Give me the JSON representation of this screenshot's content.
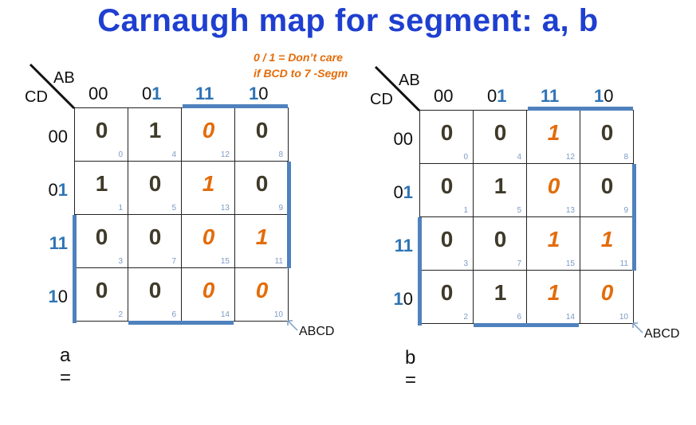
{
  "title": "Carnaugh map for segment:   a, b",
  "note_line1": "0 / 1 = Don’t care",
  "note_line2": "if BCD to 7 -Segm",
  "axis": {
    "ab": "AB",
    "cd": "CD"
  },
  "col_headers": [
    {
      "a": "0",
      "b": "0",
      "b_blue": false,
      "a_blue": false
    },
    {
      "a": "0",
      "b": "1",
      "b_blue": true,
      "a_blue": false
    },
    {
      "a": "1",
      "b": "1",
      "b_blue": true,
      "a_blue": true
    },
    {
      "a": "1",
      "b": "0",
      "b_blue": false,
      "a_blue": true
    }
  ],
  "row_headers": [
    {
      "a": "0",
      "b": "0",
      "b_blue": false,
      "a_blue": false
    },
    {
      "a": "0",
      "b": "1",
      "b_blue": true,
      "a_blue": false
    },
    {
      "a": "1",
      "b": "1",
      "b_blue": true,
      "a_blue": true
    },
    {
      "a": "1",
      "b": "0",
      "b_blue": false,
      "a_blue": true
    }
  ],
  "abcd_label": "ABCD",
  "maps": [
    {
      "expr": "a =",
      "cells": [
        [
          {
            "v": "0",
            "dc": false,
            "i": "0"
          },
          {
            "v": "1",
            "dc": false,
            "i": "4"
          },
          {
            "v": "0",
            "dc": true,
            "i": "12"
          },
          {
            "v": "0",
            "dc": false,
            "i": "8"
          }
        ],
        [
          {
            "v": "1",
            "dc": false,
            "i": "1"
          },
          {
            "v": "0",
            "dc": false,
            "i": "5"
          },
          {
            "v": "1",
            "dc": true,
            "i": "13"
          },
          {
            "v": "0",
            "dc": false,
            "i": "9"
          }
        ],
        [
          {
            "v": "0",
            "dc": false,
            "i": "3"
          },
          {
            "v": "0",
            "dc": false,
            "i": "7"
          },
          {
            "v": "0",
            "dc": true,
            "i": "15"
          },
          {
            "v": "1",
            "dc": true,
            "i": "11"
          }
        ],
        [
          {
            "v": "0",
            "dc": false,
            "i": "2"
          },
          {
            "v": "0",
            "dc": false,
            "i": "6"
          },
          {
            "v": "0",
            "dc": true,
            "i": "14"
          },
          {
            "v": "0",
            "dc": true,
            "i": "10"
          }
        ]
      ]
    },
    {
      "expr": "b =",
      "cells": [
        [
          {
            "v": "0",
            "dc": false,
            "i": "0"
          },
          {
            "v": "0",
            "dc": false,
            "i": "4"
          },
          {
            "v": "1",
            "dc": true,
            "i": "12"
          },
          {
            "v": "0",
            "dc": false,
            "i": "8"
          }
        ],
        [
          {
            "v": "0",
            "dc": false,
            "i": "1"
          },
          {
            "v": "1",
            "dc": false,
            "i": "5"
          },
          {
            "v": "0",
            "dc": true,
            "i": "13"
          },
          {
            "v": "0",
            "dc": false,
            "i": "9"
          }
        ],
        [
          {
            "v": "0",
            "dc": false,
            "i": "3"
          },
          {
            "v": "0",
            "dc": false,
            "i": "7"
          },
          {
            "v": "1",
            "dc": true,
            "i": "15"
          },
          {
            "v": "1",
            "dc": true,
            "i": "11"
          }
        ],
        [
          {
            "v": "0",
            "dc": false,
            "i": "2"
          },
          {
            "v": "1",
            "dc": false,
            "i": "6"
          },
          {
            "v": "1",
            "dc": true,
            "i": "14"
          },
          {
            "v": "0",
            "dc": true,
            "i": "10"
          }
        ]
      ]
    }
  ],
  "colors": {
    "title": "#1f3fd0",
    "dont_care": "#e36c0a",
    "bar": "#4f81bd",
    "header_blue": "#2e74b5"
  }
}
